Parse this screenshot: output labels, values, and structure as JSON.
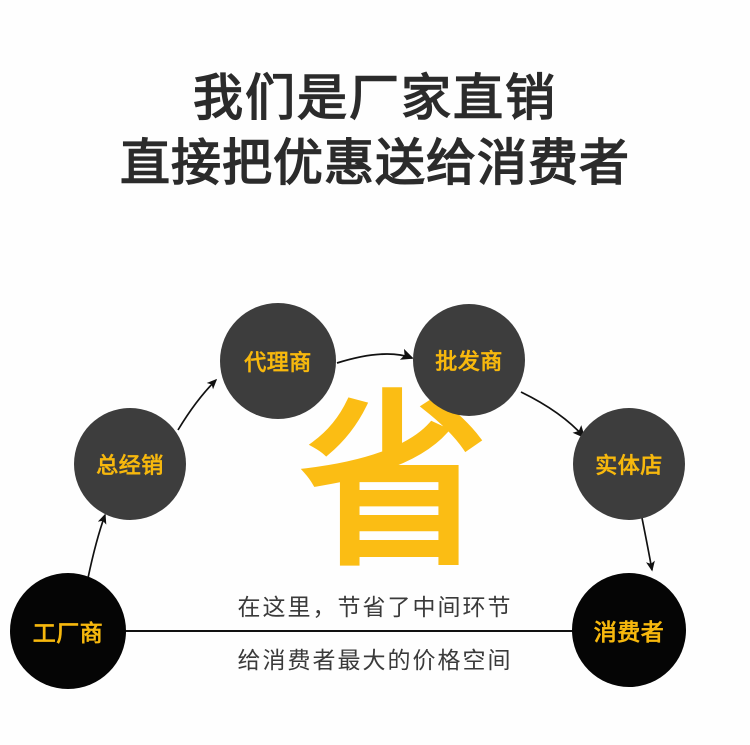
{
  "headline": {
    "line1": "我们是厂家直销",
    "line2": "直接把优惠送给消费者"
  },
  "center_glyph": {
    "text": "省",
    "color": "#fbbd14"
  },
  "caption": {
    "line1": "在这里，节省了中间环节",
    "line2": "给消费者最大的价格空间"
  },
  "colors": {
    "background": "#fefefe",
    "headline_text": "#2b2b2b",
    "node_gray": "#3d3d3d",
    "node_black": "#050505",
    "node_label": "#f7b80d",
    "accent_yellow": "#fbbd14",
    "arrow": "#111111"
  },
  "nodes": [
    {
      "id": "gongchang",
      "label": "工厂商",
      "fill": "black"
    },
    {
      "id": "zongjingxiao",
      "label": "总经销",
      "fill": "gray"
    },
    {
      "id": "dailishang",
      "label": "代理商",
      "fill": "gray"
    },
    {
      "id": "pifashang",
      "label": "批发商",
      "fill": "gray"
    },
    {
      "id": "shitidian",
      "label": "实体店",
      "fill": "gray"
    },
    {
      "id": "xiaofeizhe",
      "label": "消费者",
      "fill": "black"
    }
  ],
  "arrows": [
    {
      "from": "工厂商",
      "to": "总经销"
    },
    {
      "from": "总经销",
      "to": "代理商"
    },
    {
      "from": "代理商",
      "to": "批发商"
    },
    {
      "from": "批发商",
      "to": "实体店"
    },
    {
      "from": "实体店",
      "to": "消费者"
    },
    {
      "from": "工厂商",
      "to": "消费者"
    }
  ]
}
